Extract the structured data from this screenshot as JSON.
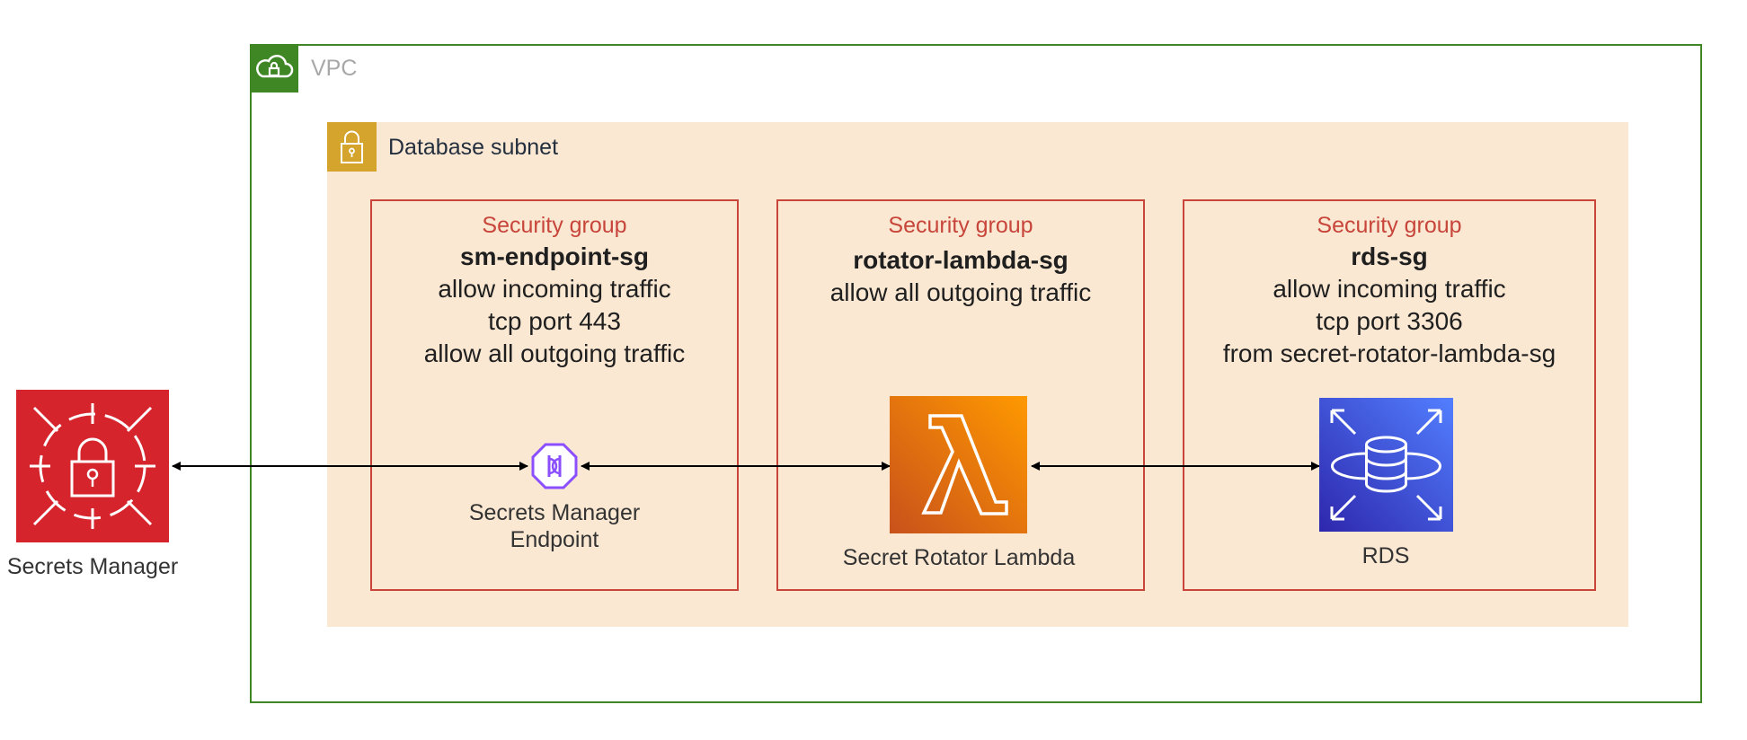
{
  "vpc": {
    "label": "VPC"
  },
  "subnet": {
    "label": "Database subnet"
  },
  "security_groups": [
    {
      "title": "Security group",
      "name": "sm-endpoint-sg",
      "rules": [
        "allow incoming traffic",
        "tcp port 443",
        "allow all outgoing traffic"
      ]
    },
    {
      "title": "Security group",
      "name": "rotator-lambda-sg",
      "rules": [
        "allow all outgoing traffic"
      ]
    },
    {
      "title": "Security group",
      "name": "rds-sg",
      "rules": [
        "allow incoming traffic",
        "tcp port 3306",
        "from secret-rotator-lambda-sg"
      ]
    }
  ],
  "nodes": {
    "secrets_manager": {
      "label": "Secrets Manager",
      "icon": "secrets-manager-icon",
      "color": "#d6242d"
    },
    "endpoint": {
      "label_line1": "Secrets Manager",
      "label_line2": "Endpoint",
      "icon": "vpc-endpoint-icon",
      "color": "#8c4fff"
    },
    "lambda": {
      "label": "Secret Rotator Lambda",
      "icon": "lambda-icon",
      "color": "#ed7100"
    },
    "rds": {
      "label": "RDS",
      "icon": "rds-icon",
      "color": "#3b48cc"
    }
  },
  "colors": {
    "vpc_border": "#3f8624",
    "subnet_fill": "#fbe8d3",
    "subnet_badge": "#d4a42c",
    "security_group": "#c7453a"
  }
}
